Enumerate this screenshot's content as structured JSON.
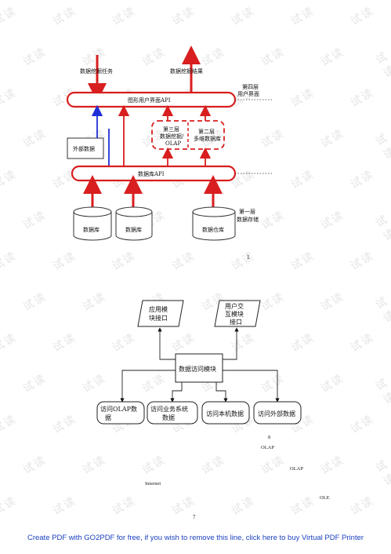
{
  "figure1": {
    "top_left_label": "数据挖掘任务",
    "top_right_label": "数据挖掘结果",
    "layer4_line1": "第四层",
    "layer4_line2": "用户界面",
    "gui_api": "图形用户界面API",
    "layer3_line1": "第三层",
    "layer3_line2": "数据挖掘/",
    "layer3_line3": "OLAP",
    "layer2_line1": "第二层",
    "layer2_line2": "多维数据库",
    "external_data": "外部数据",
    "db_api": "数据库API",
    "layer1_line1": "第一层",
    "layer1_line2": "数据存储",
    "db1": "数据库",
    "db2": "数据库",
    "warehouse": "数据仓库",
    "figure_number": "1"
  },
  "figure2": {
    "app_if_line1": "应用模",
    "app_if_line2": "块接口",
    "user_if_line1": "用户交",
    "user_if_line2": "互模块",
    "user_if_line3": "接口",
    "access_module": "数据访问模块",
    "olap_line1": "访问OLAP数",
    "olap_line2": "据",
    "biz_line1": "访问业务系统",
    "biz_line2": "数据",
    "local": "访问本机数据",
    "external": "访问外部数据"
  },
  "body_text": {
    "n8": "8",
    "olap1": "OLAP",
    "olap2": "OLAP",
    "internet": "Internet",
    "ole": "OLE",
    "page_number": "7"
  },
  "watermark": "试读",
  "footer_link": "Create PDF with GO2PDF for free, if you wish to remove this line, click here to buy Virtual PDF Printer",
  "colors": {
    "red": "#d81e1e",
    "blue": "#1f2fd6",
    "link": "#1a3fbf"
  }
}
